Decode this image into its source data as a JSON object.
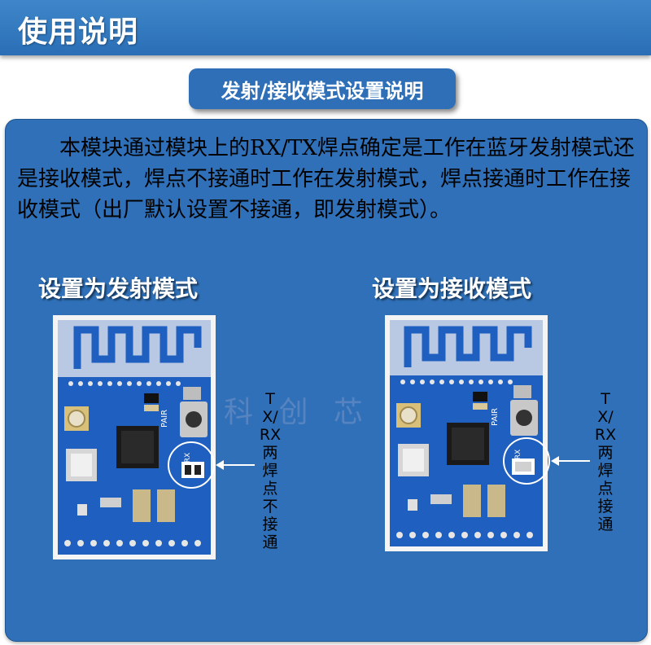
{
  "header": {
    "title": "使用说明"
  },
  "section": {
    "label": "发射/接收模式设置说明"
  },
  "description": "本模块通过模块上的RX/TX焊点确定是工作在蓝牙发射模式还是接收模式，焊点不接通时工作在发射模式，焊点接通时工作在接收模式（出厂默认设置不接通，即发射模式）。",
  "modes": {
    "tx": {
      "title": "设置为发射模式",
      "note": "TX/RX两焊点不接通",
      "pads_connected": false
    },
    "rx": {
      "title": "设置为接收模式",
      "note": "TX/RX两焊点接通",
      "pads_connected": true
    }
  },
  "board": {
    "pair_label": "PAIR",
    "pad_label": "TX/RX"
  },
  "watermark": "科 创 芯",
  "colors": {
    "header": "#2a6fb6",
    "panel": "#2f70b8",
    "pcb": "#1e5fbf",
    "frame": "#f2f2f2"
  },
  "icons": [
    "arrow-left-icon"
  ]
}
